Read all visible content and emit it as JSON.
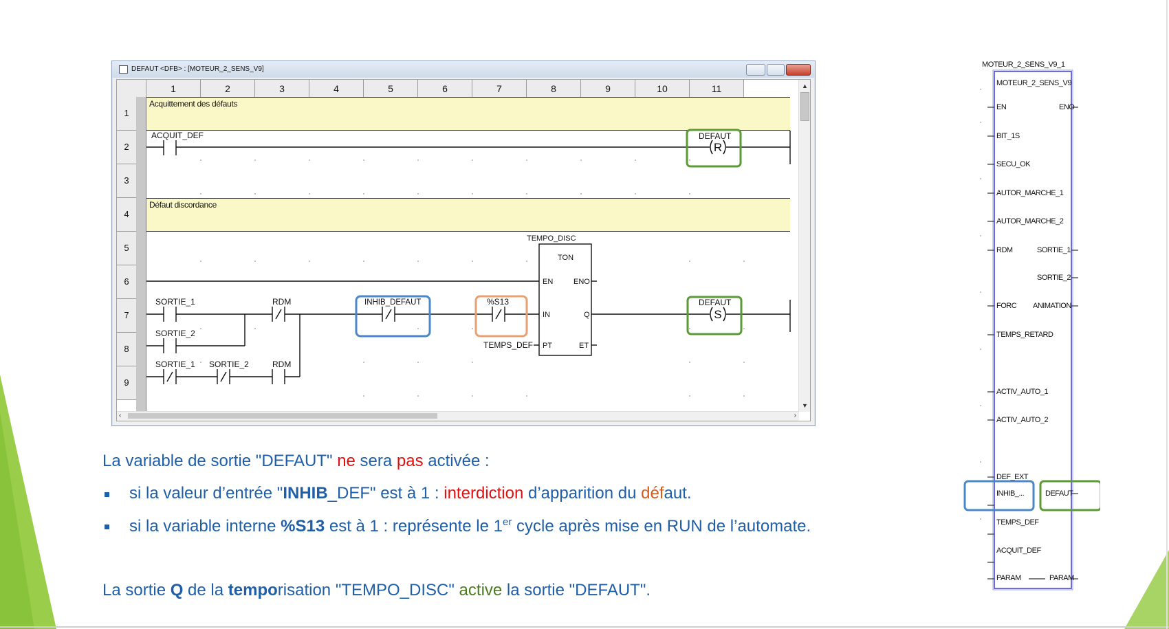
{
  "window": {
    "title": "DEFAUT <DFB> : [MOTEUR_2_SENS_V9]"
  },
  "grid": {
    "columns": [
      "1",
      "2",
      "3",
      "4",
      "5",
      "6",
      "7",
      "8",
      "9",
      "10",
      "11"
    ],
    "rows": [
      "1",
      "2",
      "3",
      "4",
      "5",
      "6",
      "7",
      "8",
      "9"
    ]
  },
  "comments": {
    "row1": "Acquittement des défauts",
    "row4": "Défaut discordance"
  },
  "ladder": {
    "acquit_contact": "ACQUIT_DEF",
    "defaut_reset_label": "DEFAUT",
    "reset_symbol": "R",
    "sortie1": "SORTIE_1",
    "sortie2": "SORTIE_2",
    "rdm": "RDM",
    "inhib": "INHIB_DEFAUT",
    "s13": "%S13",
    "timer_name": "TEMPO_DISC",
    "timer_type": "TON",
    "pin_en": "EN",
    "pin_eno": "ENO",
    "pin_in": "IN",
    "pin_q": "Q",
    "pin_pt": "PT",
    "pin_et": "ET",
    "temps_def": "TEMPS_DEF",
    "defaut_set_label": "DEFAUT",
    "set_symbol": "S",
    "r9_sortie1": "SORTIE_1",
    "r9_sortie2": "SORTIE_2",
    "r9_rdm": "RDM"
  },
  "text": {
    "line1": {
      "a": "La variable de sortie \"DEFAUT\" ",
      "ne": "ne",
      "b": " sera ",
      "pas": "pas",
      "c": " activée :"
    },
    "bullet1": {
      "a": "si la valeur d’entrée \"",
      "inhib": "INHIB",
      "b": "_DEF\" est à 1 : ",
      "interdiction": "interdiction",
      "c": " d’apparition du ",
      "def": "déf",
      "d": "aut."
    },
    "bullet2": {
      "a": "si la variable interne ",
      "s13": "%S13",
      "b": " est à 1 : représente le 1",
      "er": "er",
      "c": " cycle après mise en RUN de l’automate."
    },
    "line4": {
      "a": "La sortie ",
      "q": "Q",
      "b": " de la ",
      "tempo": "tempo",
      "c": "risation \"TEMPO_DISC\" ",
      "active": "active",
      "d": " la sortie \"DEFAUT\"."
    }
  },
  "dfb": {
    "instance": "MOTEUR_2_SENS_V9_1",
    "type": "MOTEUR_2_SENS_V9",
    "inputs": [
      "EN",
      "BIT_1S",
      "SECU_OK",
      "AUTOR_MARCHE_1",
      "AUTOR_MARCHE_2",
      "RDM",
      "FORC",
      "TEMPS_RETARD",
      "ACTIV_AUTO_1",
      "ACTIV_AUTO_2",
      "DEF_EXT",
      "INHIB_...",
      "TEMPS_DEF",
      "ACQUIT_DEF",
      "PARAM"
    ],
    "outputs": [
      "ENO",
      "SORTIE_1",
      "SORTIE_2",
      "ANIMATION",
      "DEFAUT",
      "PARAM"
    ]
  },
  "colors": {
    "text_blue": "#1f5ea8",
    "red": "#e01010",
    "green_box": "#5c9a35",
    "blue_box": "#4a88c8",
    "orange_box": "#e8a070",
    "slide_green": "#8dc63f"
  }
}
